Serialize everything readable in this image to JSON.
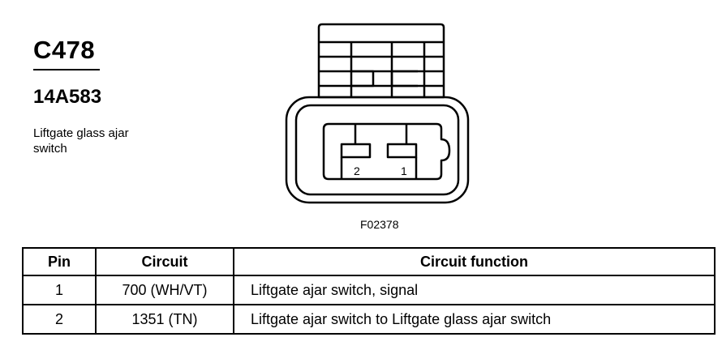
{
  "connector": {
    "id": "C478",
    "part_number": "14A583",
    "description": "Liftgate glass ajar switch",
    "figure_id": "F02378",
    "pin_labels": [
      "2",
      "1"
    ]
  },
  "table": {
    "headers": {
      "pin": "Pin",
      "circuit": "Circuit",
      "function": "Circuit function"
    },
    "rows": [
      {
        "pin": "1",
        "circuit": "700 (WH/VT)",
        "function": "Liftgate ajar switch, signal"
      },
      {
        "pin": "2",
        "circuit": "1351 (TN)",
        "function": "Liftgate ajar switch to Liftgate glass ajar switch"
      }
    ]
  }
}
